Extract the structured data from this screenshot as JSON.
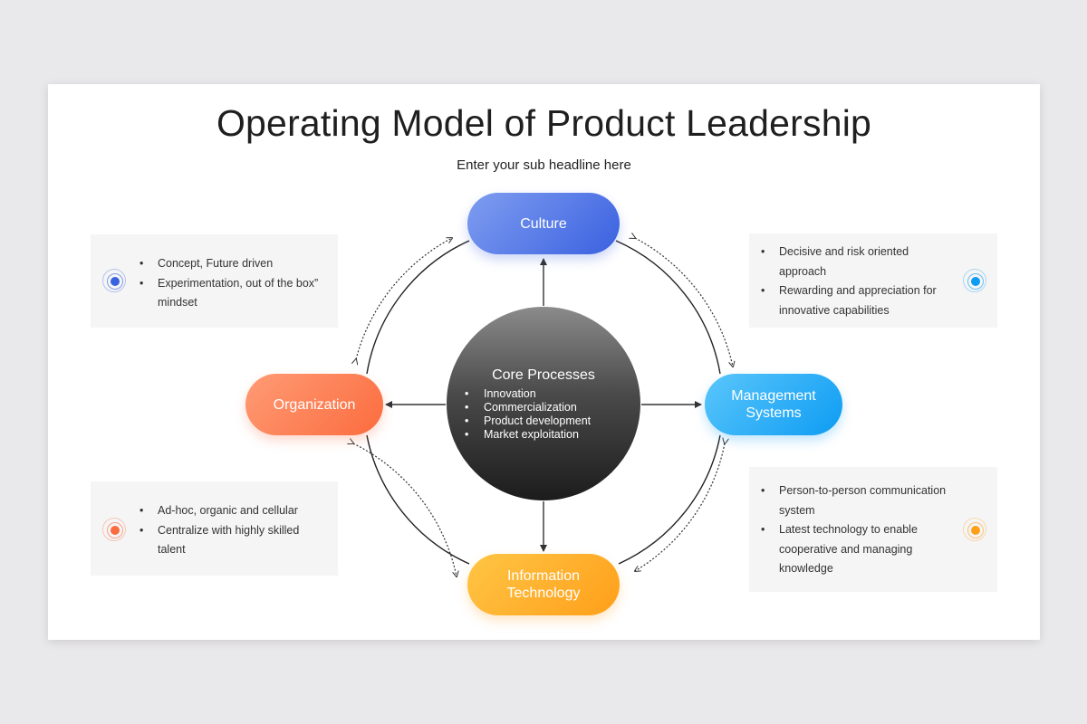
{
  "slide": {
    "title": "Operating Model of Product Leadership",
    "subtitle": "Enter your sub headline here"
  },
  "nodes": {
    "culture": {
      "label": "Culture",
      "color": "#3a61e0"
    },
    "organization": {
      "label": "Organization",
      "color": "#fb6c3e"
    },
    "management_systems": {
      "label": "Management\nSystems",
      "color": "#0e9cf3"
    },
    "information_technology": {
      "label": "Information\nTechnology",
      "color": "#ff9f1a"
    }
  },
  "core": {
    "title": "Core Processes",
    "items": [
      "Innovation",
      "Commercialization",
      "Product development",
      "Market exploitation"
    ]
  },
  "panels": {
    "top_left": {
      "icon": "target-icon",
      "color": "#3a61e0",
      "items": [
        "Concept, Future driven",
        "Experimentation, out of the box” mindset"
      ]
    },
    "top_right": {
      "icon": "target-icon",
      "color": "#0e9cf3",
      "items": [
        "Decisive and risk oriented approach",
        "Rewarding and appreciation for innovative capabilities"
      ]
    },
    "bottom_left": {
      "icon": "target-icon",
      "color": "#fb6c3e",
      "items": [
        "Ad-hoc, organic and cellular",
        "Centralize with highly skilled talent"
      ]
    },
    "bottom_right": {
      "icon": "target-icon",
      "color": "#ff9f1a",
      "items": [
        "Person-to-person communication system",
        "Latest technology to enable cooperative and managing knowledge"
      ]
    }
  }
}
